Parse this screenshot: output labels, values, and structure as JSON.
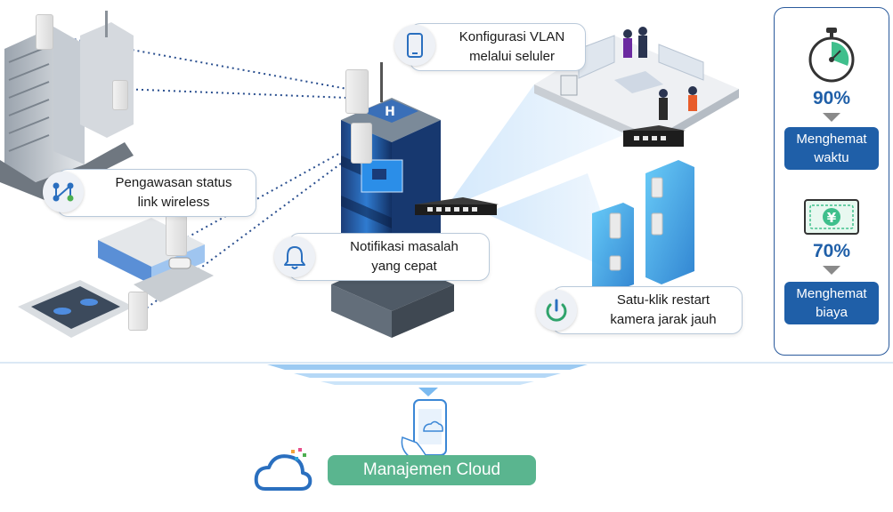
{
  "callouts": {
    "vlan": {
      "line1": "Konfigurasi VLAN",
      "line2": "melalui seluler",
      "icon": "smartphone-icon"
    },
    "status": {
      "line1": "Pengawasan status",
      "line2": "link wireless",
      "icon": "network-nodes-icon"
    },
    "notify": {
      "line1": "Notifikasi masalah",
      "line2": "yang cepat",
      "icon": "bell-icon"
    },
    "restart": {
      "line1": "Satu-klik restart",
      "line2": "kamera jarak jauh",
      "icon": "power-icon"
    }
  },
  "benefits": {
    "time": {
      "percent": "90%",
      "line1": "Menghemat",
      "line2": "waktu",
      "icon": "stopwatch-icon"
    },
    "cost": {
      "percent": "70%",
      "line1": "Menghemat",
      "line2": "biaya",
      "icon": "yen-banknote-icon",
      "symbol": "¥"
    }
  },
  "cloud": {
    "label": "Manajemen Cloud",
    "icon": "cloud-icon"
  },
  "colors": {
    "accent_blue": "#1f5fa8",
    "cloud_green": "#5ab58f",
    "panel_border": "#2a5a9c"
  }
}
